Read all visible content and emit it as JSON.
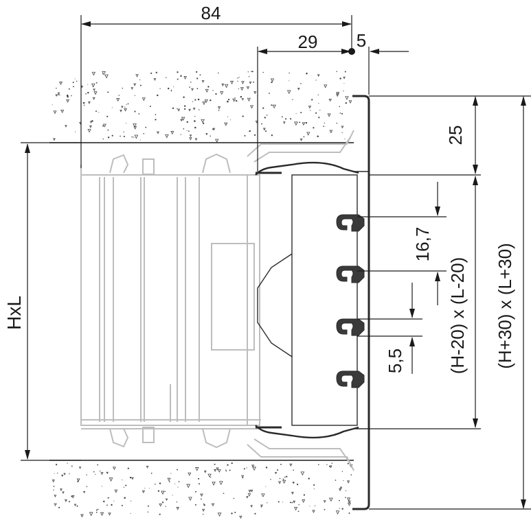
{
  "drawing": {
    "colors": {
      "outline": "#1a1a1a",
      "profile": "#2a2a2a",
      "ghost": "#bdbdbd",
      "speckle": "#444444",
      "fin": "#3a3a3a"
    },
    "dimensions": {
      "overall_depth": "84",
      "frame_depth": "29",
      "flange": "5",
      "top_offset": "25",
      "fin_pitch": "16,7",
      "fin_gap": "5,5",
      "opening": "HxL",
      "inner_size": "(H-20) x (L-20)",
      "outer_size": "(H+30) x (L+30)"
    },
    "fin_count": 4
  }
}
